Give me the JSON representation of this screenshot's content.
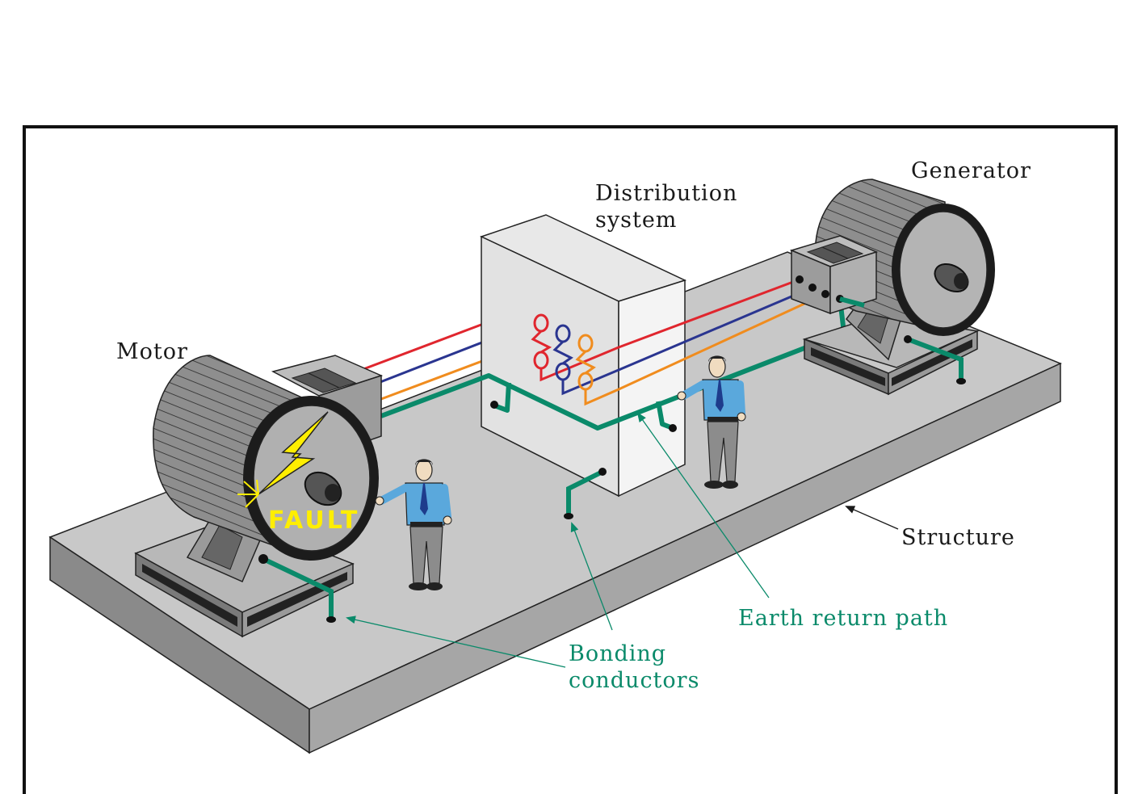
{
  "labels": {
    "motor": "Motor",
    "generator": "Generator",
    "distribution_line1": "Distribution",
    "distribution_line2": "system",
    "structure": "Structure",
    "earth_return": "Earth return path",
    "bonding_line1": "Bonding",
    "bonding_line2": "conductors",
    "fault": "FAULT"
  },
  "colors": {
    "phase_red": "#e0262e",
    "phase_blue": "#2a3590",
    "phase_orange": "#f08c1e",
    "earth_green": "#0a8a6a",
    "fault_yellow": "#ffee00",
    "structure_top": "#c8c8c8",
    "structure_side": "#8a8a8a",
    "shirt": "#5aa8dc",
    "tie": "#1e3c8c",
    "trousers": "#8c8c8c"
  },
  "icons": [
    "motor-icon",
    "generator-icon",
    "distribution-box-icon",
    "person-icon",
    "lightning-bolt-icon"
  ]
}
